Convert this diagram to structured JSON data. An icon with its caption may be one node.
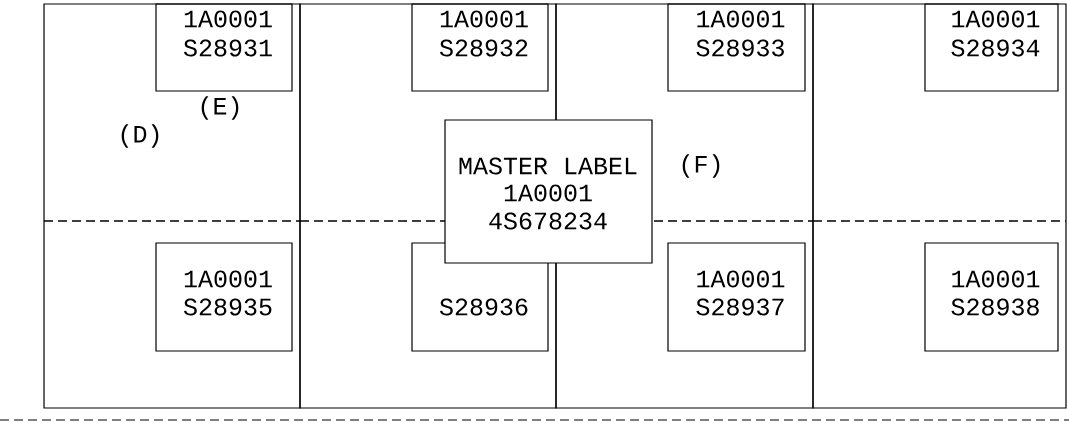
{
  "diagram": {
    "nodes": [
      {
        "text": [],
        "shape": "box"
      },
      {
        "text": [
          "1A0001",
          "S28931"
        ],
        "in": 0
      },
      {
        "text": [],
        "shape": "box"
      },
      {
        "text": [
          "1A0001",
          "S28932"
        ],
        "in": 2
      },
      {
        "text": [],
        "shape": "box"
      },
      {
        "text": [
          "1A0001",
          "S28933"
        ],
        "in": 4
      },
      {
        "text": [],
        "shape": "box"
      },
      {
        "text": [
          "1A0001",
          "S28934"
        ],
        "in": 6
      },
      {
        "text": [
          "MASTER LABEL",
          "1A0001",
          "4S678234"
        ]
      },
      {
        "text": [],
        "shape": "box"
      },
      {
        "text": [
          "1A0001",
          "S28935"
        ],
        "in": 9
      },
      {
        "text": [],
        "shape": "box"
      },
      {
        "text": [
          "S28936"
        ],
        "in": 11
      },
      {
        "text": [],
        "shape": "box"
      },
      {
        "text": [
          "1A0001",
          "S28937"
        ],
        "in": 13
      },
      {
        "text": [],
        "shape": "box"
      },
      {
        "text": [
          "1A0001",
          "S28938"
        ],
        "in": 15
      }
    ],
    "labels": [
      "(E)",
      "(D)",
      "(F)"
    ]
  }
}
